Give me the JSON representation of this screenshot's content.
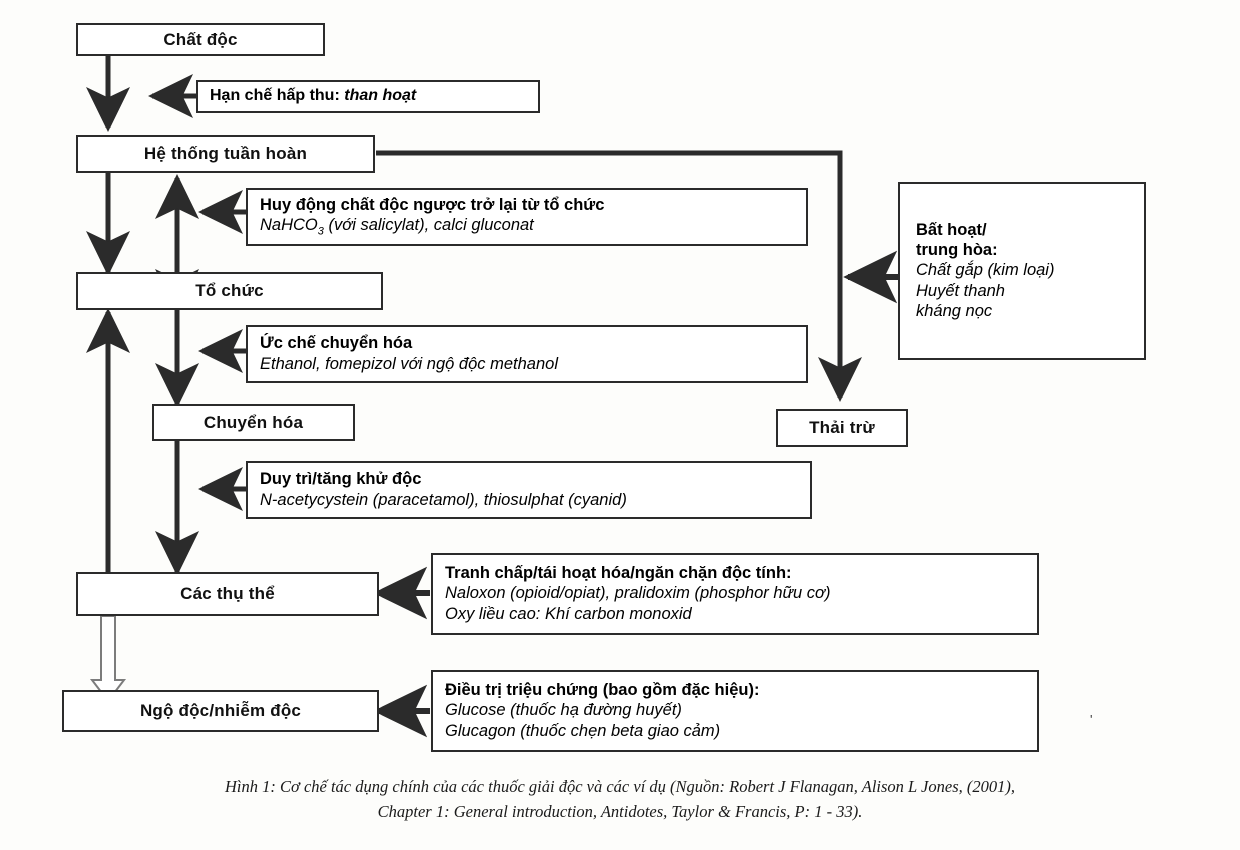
{
  "figure": {
    "title_line1": "Hình 1: Cơ chế tác dụng chính của các thuốc giải độc và các ví dụ (Nguồn: Robert J Flanagan, Alison L Jones, (2001),",
    "title_line2": "Chapter 1: General introduction, Antidotes, Taylor & Francis, P: 1 - 33)."
  },
  "nodes": {
    "poison": "Chất độc",
    "circulation": "Hệ thống tuần hoàn",
    "tissue": "Tổ chức",
    "metabolism": "Chuyển hóa",
    "receptors": "Các thụ thể",
    "toxicity": "Ngộ độc/nhiễm độc",
    "excretion": "Thải trừ"
  },
  "callouts": {
    "absorption": {
      "head": "Hạn chế hấp thu: ",
      "italic": "than hoạt"
    },
    "mobilization": {
      "head": "Huy động chất độc ngược trở lại từ tổ chức",
      "italic_pre": "NaHCO",
      "italic_sub": "3",
      "italic_post": " (với salicylat), calci gluconat"
    },
    "inhibit_metabolism": {
      "head": "Ức chế chuyển hóa",
      "italic": "Ethanol, fomepizol với ngộ độc methanol"
    },
    "detox": {
      "head": "Duy trì/tăng khử độc",
      "italic": "N-acetycystein (paracetamol), thiosulphat (cyanid)"
    },
    "receptor_action": {
      "head": "Tranh chấp/tái hoạt hóa/ngăn chặn độc tính:",
      "italic1": "Naloxon (opioid/opiat), pralidoxim (phosphor hữu cơ)",
      "italic2": "Oxy liều cao: Khí carbon monoxid"
    },
    "symptomatic": {
      "head": "Điều trị triệu chứng (bao gồm đặc hiệu):",
      "italic1": "Glucose (thuốc hạ đường huyết)",
      "italic2": "Glucagon (thuốc chẹn beta giao cảm)"
    },
    "inactivation": {
      "head1": "Bất hoạt/",
      "head2": "trung hòa:",
      "italic1": "Chất gắp (kim loại)",
      "italic2": "Huyết thanh",
      "italic3": "kháng nọc"
    }
  },
  "marks": {
    "stray_tick": "'"
  },
  "colors": {
    "ink": "#2b2b2b",
    "paper": "#fdfdfb"
  }
}
